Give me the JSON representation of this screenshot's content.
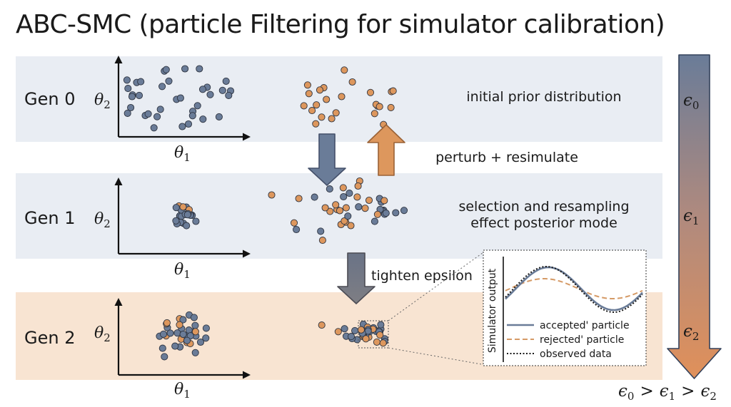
{
  "title": "ABC-SMC (particle Filtering for simulator calibration)",
  "colors": {
    "blue": "#6a7c98",
    "orange": "#dd975d",
    "band_gen0": "#e9edf3",
    "band_gen1": "#e9edf3",
    "band_gen2": "#f8e4d2"
  },
  "generations": [
    {
      "label": "Gen 0",
      "y_axis": "θ",
      "y_sub": "2",
      "x_axis": "θ",
      "x_sub": "1"
    },
    {
      "label": "Gen 1",
      "y_axis": "θ",
      "y_sub": "2",
      "x_axis": "θ",
      "x_sub": "1"
    },
    {
      "label": "Gen 2",
      "y_axis": "θ",
      "y_sub": "2",
      "x_axis": "θ",
      "x_sub": "1"
    }
  ],
  "descriptions": {
    "gen0": "initial prior distribution",
    "perturb": "perturb + resimulate",
    "gen1_line1": "selection and resampling",
    "gen1_line2": "effect posterior mode",
    "tighten": "tighten epsilon"
  },
  "epsilon": {
    "labels": [
      {
        "sym": "ϵ",
        "sub": "0"
      },
      {
        "sym": "ϵ",
        "sub": "1"
      },
      {
        "sym": "ϵ",
        "sub": "2"
      }
    ],
    "inequality": [
      {
        "sym": "ϵ",
        "sub": "0"
      },
      {
        "op": ">"
      },
      {
        "sym": "ϵ",
        "sub": "1"
      },
      {
        "op": ">"
      },
      {
        "sym": "ϵ",
        "sub": "2"
      }
    ]
  },
  "inset": {
    "ylabel": "Simulator output",
    "legend": [
      {
        "text": "accepted' particle",
        "style": "solid",
        "color": "#6a7c98"
      },
      {
        "text": "rejected' particle",
        "style": "dashed",
        "color": "#d59a66"
      },
      {
        "text": "observed data",
        "style": "dotted",
        "color": "#1a1a1a"
      }
    ]
  }
}
